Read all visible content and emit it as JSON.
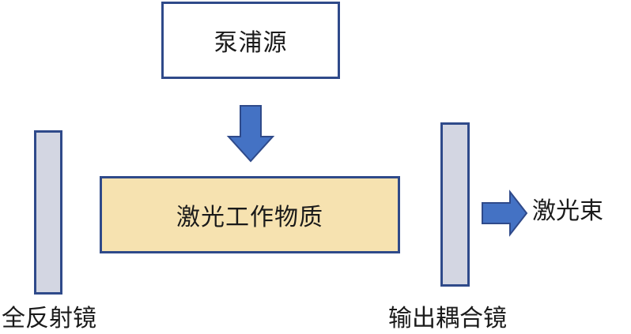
{
  "diagram": {
    "pump_source": {
      "label": "泵浦源"
    },
    "gain_medium": {
      "label": "激光工作物质"
    },
    "total_reflector": {
      "label": "全反射镜"
    },
    "output_coupler": {
      "label": "输出耦合镜"
    },
    "laser_beam": {
      "label": "激光束"
    }
  },
  "colors": {
    "border": "#2f4a8a",
    "arrow_fill": "#4472c4",
    "medium_fill": "#f6e2b0",
    "mirror_fill": "#d3d6e2"
  },
  "icons": {
    "pump_arrow": "arrow-down-icon",
    "output_arrow": "arrow-right-icon"
  }
}
